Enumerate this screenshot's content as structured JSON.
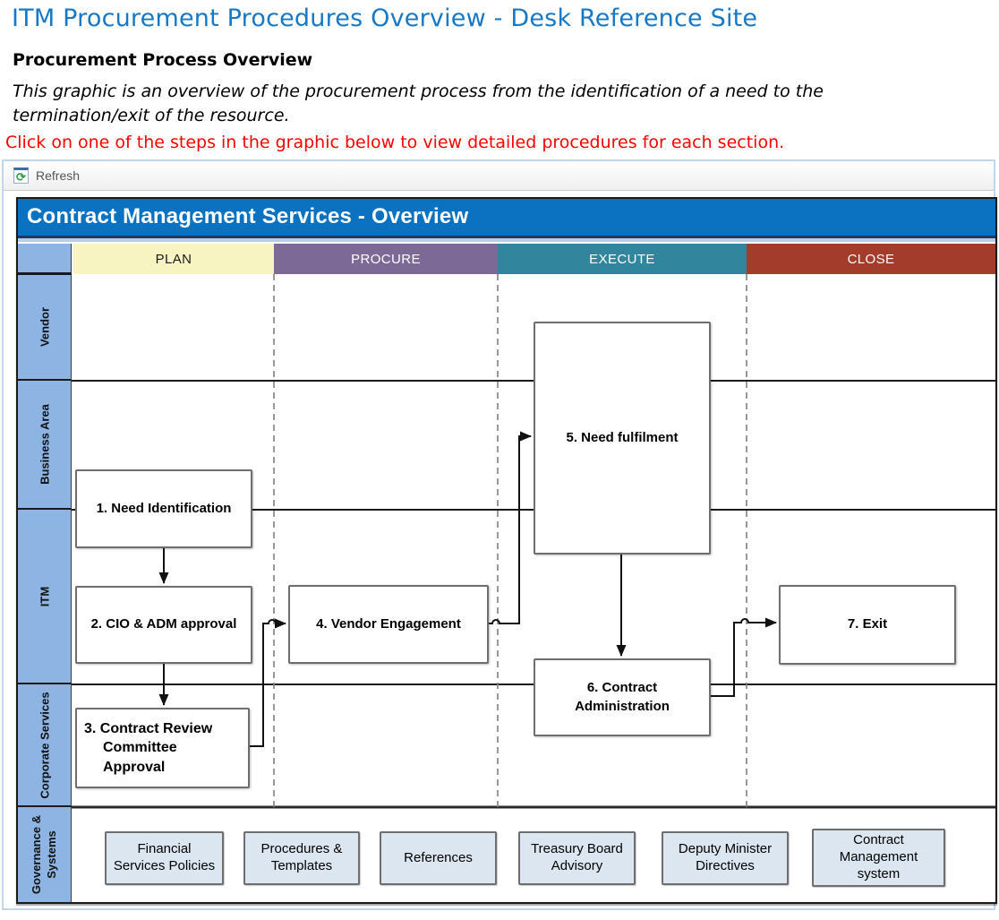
{
  "page": {
    "title": "ITM Procurement Procedures Overview - Desk Reference Site",
    "heading": "Procurement Process Overview",
    "description": "This graphic is an overview of the procurement process from the identification of a need to the termination/exit of the resource.",
    "instruction": "Click on one of the steps in the graphic below to view detailed procedures for each section."
  },
  "toolbar": {
    "refresh_label": "Refresh",
    "refresh_glyph": "⟳"
  },
  "diagram": {
    "title": "Contract Management Services - Overview",
    "phases": [
      {
        "label": "PLAN",
        "color": "#F8F4C2",
        "text_color": "#1a1a1a"
      },
      {
        "label": "PROCURE",
        "color": "#7D6996",
        "text_color": "#FFFFFF"
      },
      {
        "label": "EXECUTE",
        "color": "#31859C",
        "text_color": "#FFFFFF"
      },
      {
        "label": "CLOSE",
        "color": "#A33C2B",
        "text_color": "#FFFFFF"
      }
    ],
    "lanes": [
      {
        "label": "Vendor"
      },
      {
        "label": "Business Area"
      },
      {
        "label": "ITM"
      },
      {
        "label": "Corporate Services"
      },
      {
        "label": "Governance & Systems"
      }
    ],
    "steps": [
      {
        "label": "1. Need Identification"
      },
      {
        "label": "2. CIO & ADM approval"
      },
      {
        "label": "3. Contract Review Committee Approval"
      },
      {
        "label": "4. Vendor Engagement"
      },
      {
        "label": "5. Need fulfilment"
      },
      {
        "label": "6. Contract Administration"
      },
      {
        "label": "7. Exit"
      }
    ],
    "governance_links": [
      "Financial Services Policies",
      "Procedures & Templates",
      "References",
      "Treasury Board Advisory",
      "Deputy Minister Directives",
      "Contract Management system"
    ],
    "colors": {
      "titlebar": "#0B72C2",
      "lane_label_bg": "#8DB4E2",
      "link_button_bg": "#DCE6F1",
      "page_title_text": "#1778C6",
      "instruction_text": "#FF0000",
      "dashed_divider": "#808080",
      "lane_line": "#1a1a1a"
    }
  }
}
